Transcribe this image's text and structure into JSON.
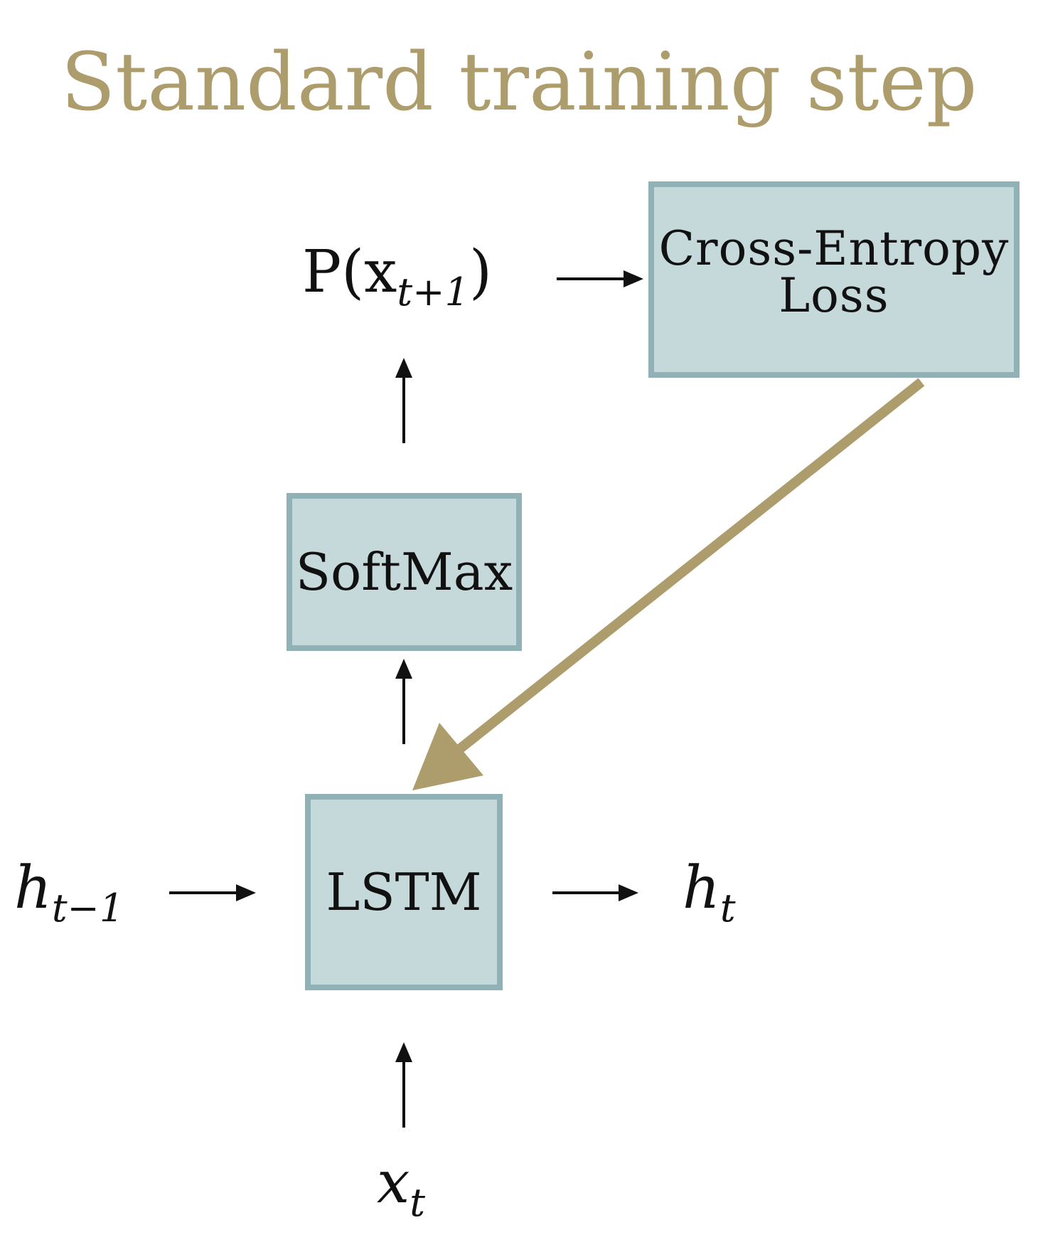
{
  "title": "Standard training step",
  "boxes": {
    "cross_entropy": "Cross-Entropy\nLoss",
    "softmax": "SoftMax",
    "lstm": "LSTM"
  },
  "labels": {
    "p_base": "P(x",
    "p_sub": "t+1",
    "p_close": ")",
    "hprev_base": "h",
    "hprev_sub": "t−1",
    "ht_base": "h",
    "ht_sub": "t",
    "xt_base": "x",
    "xt_sub": "t"
  },
  "colors": {
    "title": "#ad9c6c",
    "box_fill": "#c5d9db",
    "box_border": "#90b2b7",
    "gradient_arrow": "#ad9c6c",
    "text": "#111111"
  }
}
